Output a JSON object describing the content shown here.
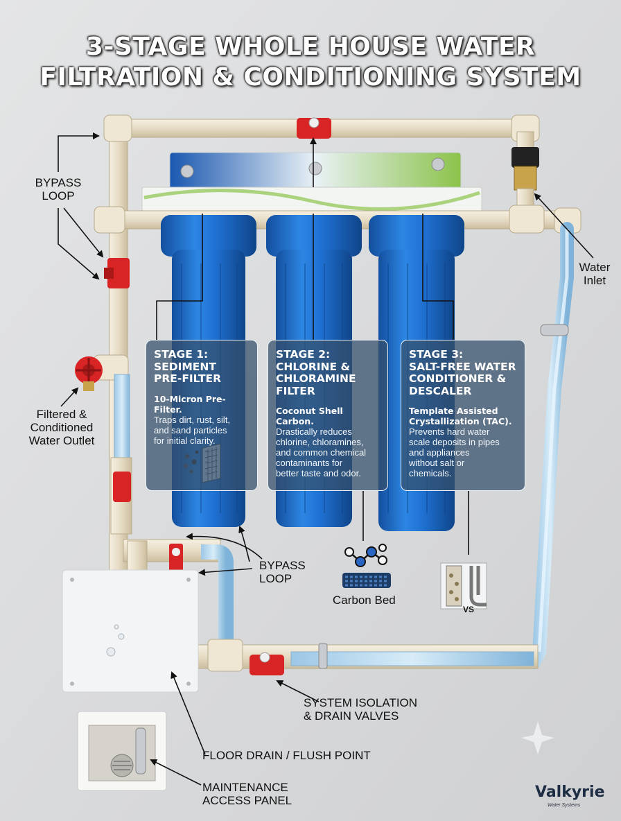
{
  "title_line1": "3-STAGE WHOLE HOUSE WATER",
  "title_line2": "FILTRATION & CONDITIONING SYSTEM",
  "labels": {
    "bypass_top": "BYPASS\nLOOP",
    "water_inlet": "Water\nInlet",
    "outlet": "Filtered &\nConditioned\nWater Outlet",
    "bypass_bottom": "BYPASS\nLOOP",
    "carbon_bed": "Carbon Bed",
    "vs": "VS",
    "isolation": "SYSTEM ISOLATION\n& DRAIN VALVES",
    "floor_drain": "FLOOR DRAIN / FLUSH POINT",
    "access_panel": "MAINTENANCE\nACCESS PANEL"
  },
  "stages": [
    {
      "title": "STAGE 1:\nSEDIMENT\nPRE-FILTER",
      "subtitle": "10-Micron Pre-Filter.",
      "body": "Traps dirt, rust, silt,\nand sand particles\nfor initial clarity."
    },
    {
      "title": "STAGE 2:\nCHLORINE &\nCHLORAMINE\nFILTER",
      "subtitle": "Coconut Shell Carbon.",
      "body": "Drastically reduces\nchlorine, chloramines,\nand common chemical\ncontaminants for\nbetter taste and odor."
    },
    {
      "title": "STAGE 3:\nSALT-FREE WATER\nCONDITIONER &\nDESCALER",
      "subtitle": "Template Assisted\nCrystallization (TAC).",
      "body": "Prevents hard water\nscale deposits in pipes\nand appliances\nwithout salt or\nchemicals."
    }
  ],
  "brand": {
    "name": "Valkyrie",
    "tagline": "Water Systems"
  },
  "colors": {
    "wall": "#d9dadb",
    "pipe": "#ece3cf",
    "housing": "#1f6fd0",
    "valve": "#cc2020",
    "panel": "#34506c"
  }
}
